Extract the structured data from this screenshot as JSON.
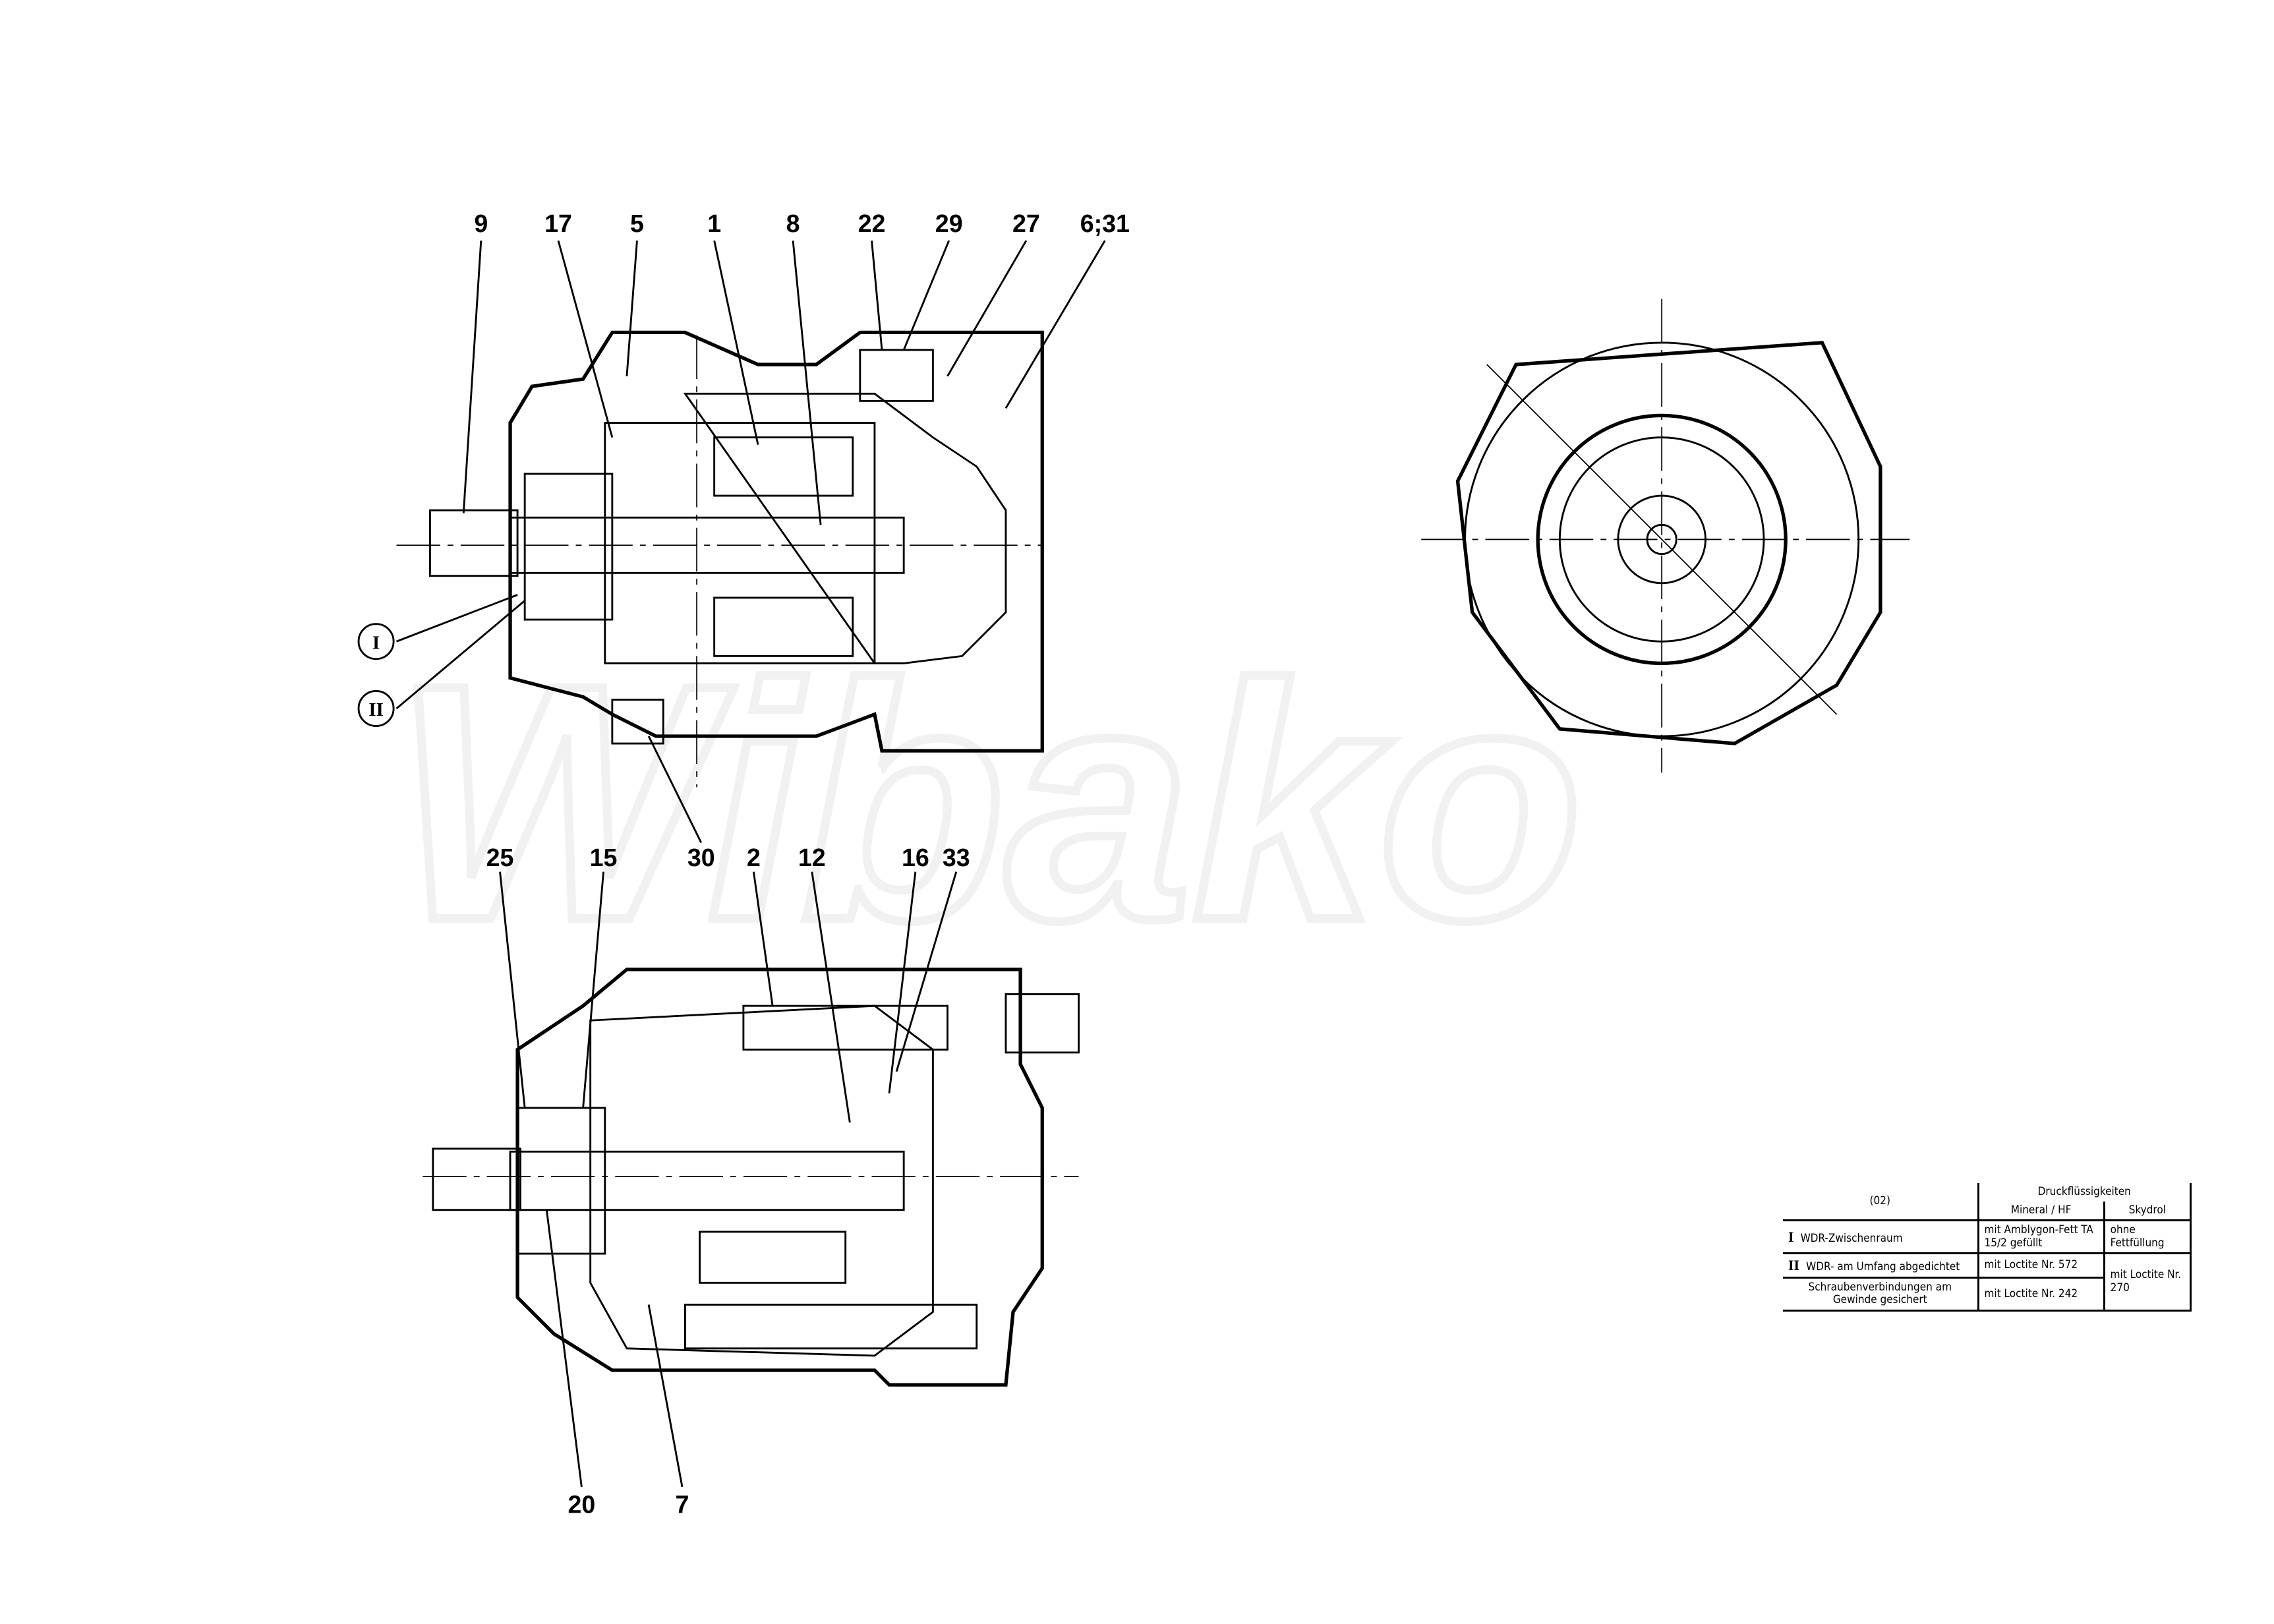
{
  "watermark": "Wibako",
  "callouts_top": [
    "9",
    "17",
    "5",
    "1",
    "8",
    "22",
    "29",
    "27",
    "6;31"
  ],
  "callouts_mid": [
    "25",
    "15",
    "30",
    "2",
    "12",
    "16",
    "33"
  ],
  "callouts_bottom": [
    "20",
    "7"
  ],
  "roman_markers": [
    "I",
    "II"
  ],
  "legend": {
    "symbol": "02",
    "header_group": "Druckflüssigkeiten",
    "col_mineral": "Mineral / HF",
    "col_skydrol": "Skydrol",
    "rows": [
      {
        "marker": "I",
        "label": "WDR-Zwischenraum",
        "mineral": "mit Amblygon-Fett TA 15/2 gefüllt",
        "skydrol": "ohne Fettfüllung"
      },
      {
        "marker": "II",
        "label": "WDR- am Umfang abgedichtet",
        "mineral": "mit Loctite Nr. 572",
        "skydrol": "mit Loctite Nr. 270"
      },
      {
        "marker": "",
        "label": "Schraubenverbindungen am Gewinde gesichert",
        "mineral": "mit Loctite Nr. 242"
      }
    ]
  }
}
